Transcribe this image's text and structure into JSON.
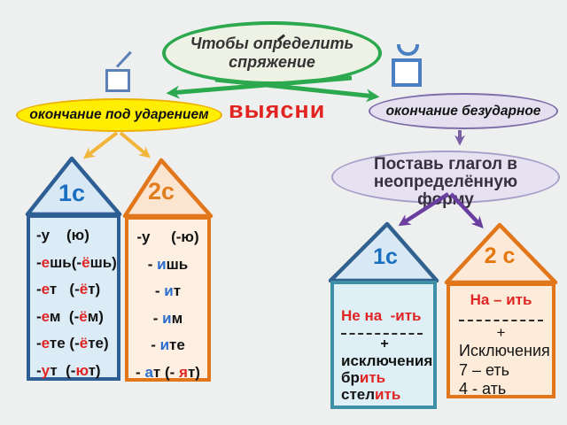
{
  "colors": {
    "background": "#eef0f0",
    "green": "#2ca84e",
    "red": "#e32522",
    "yellow_fill": "#ffee00",
    "purple_border": "#7d6da8",
    "purple_arrow": "#6b3fa0",
    "blue_house": "#2e5f94",
    "teal_box": "#3e90a6",
    "orange_house": "#e2761b",
    "blue_label": "#1b6fc0",
    "orange_label": "#e07d1e",
    "letter_blue": "#2a6fd0",
    "letter_red": "#e02524"
  },
  "icons": {
    "stressed_ending": "square-with-acute-accent",
    "unstressed_ending": "square-with-breve"
  },
  "title": {
    "line1": "Чтобы определить",
    "line2": "спряжение"
  },
  "action_word": "выясни",
  "stressed_branch": {
    "label": "окончание под ударением"
  },
  "unstressed_branch": {
    "label": "окончание безударное",
    "step_lines": [
      "Поставь глагол в",
      "неопределённую",
      "форму"
    ]
  },
  "left_houses": [
    {
      "name": "1с",
      "lines": [
        [
          [
            "-у    (ю)",
            "k"
          ]
        ],
        [
          [
            "-",
            "k"
          ],
          [
            "е",
            "r"
          ],
          [
            "шь(-",
            "k"
          ],
          [
            "ё",
            "r"
          ],
          [
            "шь)",
            "k"
          ]
        ],
        [
          [
            "-",
            "k"
          ],
          [
            "е",
            "r"
          ],
          [
            "т   (-",
            "k"
          ],
          [
            "ё",
            "r"
          ],
          [
            "т)",
            "k"
          ]
        ],
        [
          [
            "-",
            "k"
          ],
          [
            "е",
            "r"
          ],
          [
            "м  (-",
            "k"
          ],
          [
            "ё",
            "r"
          ],
          [
            "м)",
            "k"
          ]
        ],
        [
          [
            "-",
            "k"
          ],
          [
            "е",
            "r"
          ],
          [
            "те (-",
            "k"
          ],
          [
            "ё",
            "r"
          ],
          [
            "те)",
            "k"
          ]
        ],
        [
          [
            "-",
            "k"
          ],
          [
            "у",
            "r"
          ],
          [
            "т  (-",
            "k"
          ],
          [
            "ю",
            "r"
          ],
          [
            "т)",
            "k"
          ]
        ]
      ]
    },
    {
      "name": "2с",
      "lines": [
        [
          [
            "-у     (-ю)",
            "k"
          ]
        ],
        [
          [
            "- ",
            "k"
          ],
          [
            "и",
            "b"
          ],
          [
            "шь",
            "k"
          ]
        ],
        [
          [
            "- ",
            "k"
          ],
          [
            "и",
            "b"
          ],
          [
            "т",
            "k"
          ]
        ],
        [
          [
            "- ",
            "k"
          ],
          [
            "и",
            "b"
          ],
          [
            "м",
            "k"
          ]
        ],
        [
          [
            "- ",
            "k"
          ],
          [
            "и",
            "b"
          ],
          [
            "те",
            "k"
          ]
        ],
        [
          [
            "- ",
            "k"
          ],
          [
            "а",
            "b"
          ],
          [
            "т (- ",
            "k"
          ],
          [
            "я",
            "r"
          ],
          [
            "т)",
            "k"
          ]
        ]
      ]
    }
  ],
  "right_houses": [
    {
      "name": "1с",
      "rule": [
        [
          "Не на  -ить",
          "r"
        ]
      ],
      "plus": "+",
      "lines": [
        [
          [
            "исключения",
            "k"
          ]
        ],
        [
          [
            "бр",
            "k"
          ],
          [
            "ить",
            "r"
          ]
        ],
        [
          [
            "стел",
            "k"
          ],
          [
            "ить",
            "r"
          ]
        ]
      ]
    },
    {
      "name": "2 с",
      "rule": [
        [
          "На – ить",
          "r"
        ]
      ],
      "plus": "+",
      "lines": [
        [
          [
            "Исключения",
            "k"
          ]
        ],
        [
          [
            "7 – еть",
            "k"
          ]
        ],
        [
          [
            "4 - ать",
            "k"
          ]
        ]
      ]
    }
  ]
}
